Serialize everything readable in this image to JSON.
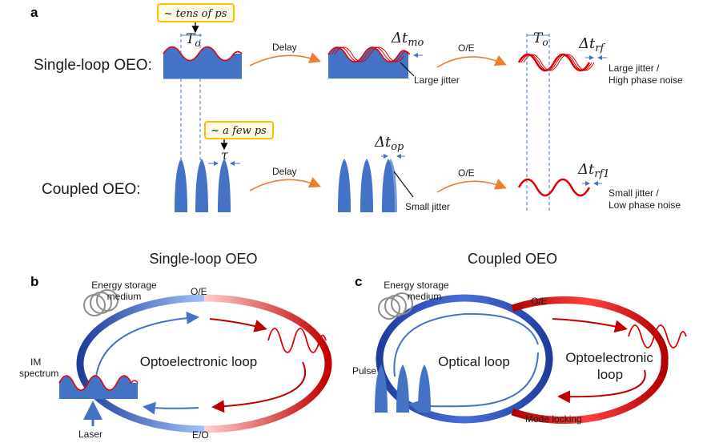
{
  "panels": {
    "a": "a",
    "b": "b",
    "c": "c"
  },
  "top": {
    "single_loop_label": "Single-loop OEO:",
    "coupled_label": "Coupled OEO:",
    "tens_ps": "~ tens of ps",
    "few_ps": "~ a few ps",
    "T_o": "T",
    "T_o_sub": "o",
    "T_o_rf": "T",
    "T_o_rf_sub": "o",
    "tau": "τ",
    "dt_mo": "Δt",
    "dt_mo_sub": "mo",
    "dt_rf": "Δt",
    "dt_rf_sub": "rf",
    "dt_op": "Δt",
    "dt_op_sub": "op",
    "dt_rf1": "Δt",
    "dt_rf1_sub": "rf1",
    "delay1": "Delay",
    "delay2": "Delay",
    "oe1": "O/E",
    "oe2": "O/E",
    "large_jitter": "Large jitter",
    "large_jitter_pn_1": "Large jitter /",
    "large_jitter_pn_2": "High phase noise",
    "small_jitter": "Small jitter",
    "small_jitter_pn_1": "Small jitter /",
    "small_jitter_pn_2": "Low phase noise"
  },
  "panel_b": {
    "title": "Single-loop OEO",
    "storage_1": "Energy storage",
    "storage_2": "medium",
    "oe": "O/E",
    "eo": "E/O",
    "loop": "Optoelectronic loop",
    "im_1": "IM",
    "im_2": "spectrum",
    "laser": "Laser"
  },
  "panel_c": {
    "title": "Coupled OEO",
    "storage_1": "Energy storage",
    "storage_2": "medium",
    "oe": "O/E",
    "optical_loop": "Optical loop",
    "oe_loop_1": "Optoelectronic",
    "oe_loop_2": "loop",
    "pulse": "Pulse",
    "mode_locking": "Mode locking"
  },
  "colors": {
    "blue": "#4472c4",
    "red": "#e00000",
    "orange": "#ed7d31",
    "dark_blue": "#1f3c9c",
    "yellow": "#ffc000"
  }
}
